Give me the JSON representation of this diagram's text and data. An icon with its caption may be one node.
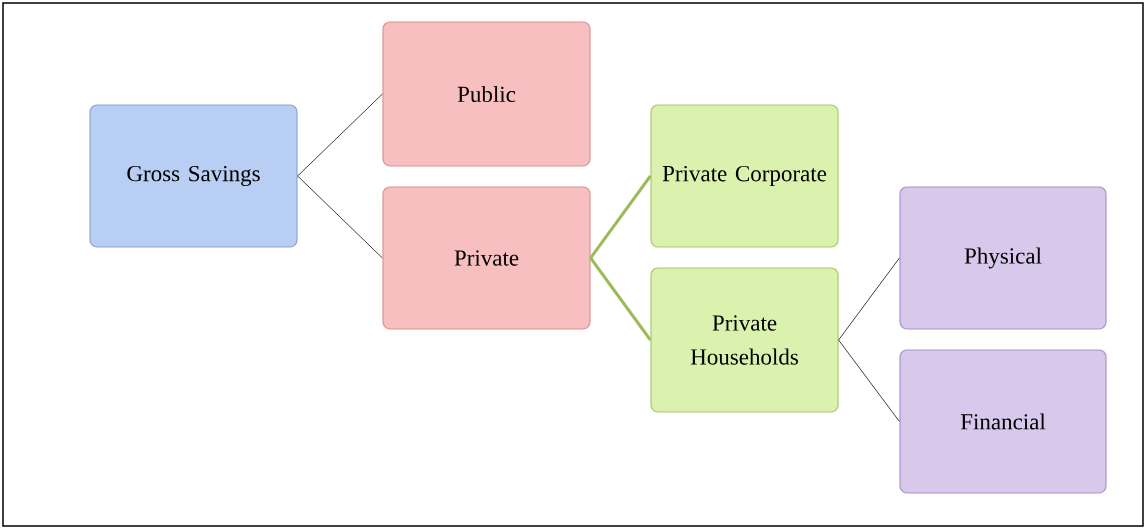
{
  "diagram": {
    "nodes": [
      {
        "text": [
          "Gross Savings"
        ]
      },
      {
        "text": [
          "Public"
        ]
      },
      {
        "text": [
          "Private"
        ]
      },
      {
        "text": [
          "Private Corporate"
        ]
      },
      {
        "text": [
          "Private Households"
        ]
      },
      {
        "text": [
          "Physical"
        ]
      },
      {
        "text": [
          "Financial"
        ]
      }
    ],
    "edges": [
      {
        "from": 0,
        "to": 1,
        "arrow": "none"
      },
      {
        "from": 0,
        "to": 2,
        "arrow": "none"
      },
      {
        "from": 2,
        "to": 3,
        "arrow": "none",
        "style": "thick",
        "color": "#9bbb59"
      },
      {
        "from": 2,
        "to": 4,
        "arrow": "none",
        "style": "thick",
        "color": "#9bbb59"
      },
      {
        "from": 4,
        "to": 5,
        "arrow": "none"
      },
      {
        "from": 4,
        "to": 6,
        "arrow": "none"
      }
    ]
  }
}
